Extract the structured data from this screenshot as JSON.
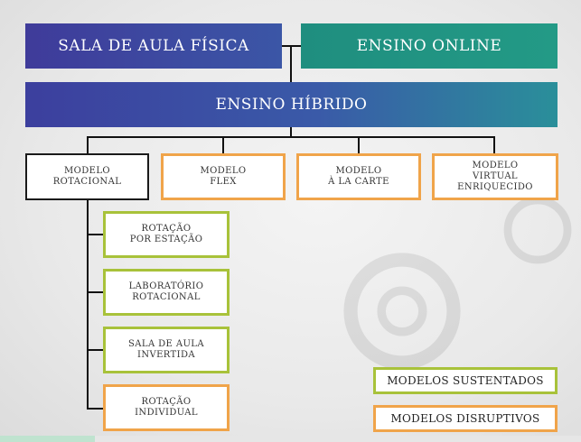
{
  "top": {
    "physical": "SALA DE AULA FÍSICA",
    "online": "ENSINO ONLINE",
    "hybrid": "ENSINO HÍBRIDO"
  },
  "models": [
    {
      "label": "MODELO\nROTACIONAL",
      "style": "black"
    },
    {
      "label": "MODELO\nFLEX",
      "style": "orange"
    },
    {
      "label": "MODELO\nÀ LA CARTE",
      "style": "orange"
    },
    {
      "label": "MODELO\nVIRTUAL ENRIQUECIDO",
      "style": "orange"
    }
  ],
  "rotational_submodels": [
    {
      "label": "ROTAÇÃO\nPOR ESTAÇÃO",
      "style": "green"
    },
    {
      "label": "LABORATÓRIO\nROTACIONAL",
      "style": "green"
    },
    {
      "label": "SALA DE AULA\nINVERTIDA",
      "style": "green"
    },
    {
      "label": "ROTAÇÃO\nINDIVIDUAL",
      "style": "orange"
    }
  ],
  "legend": {
    "sustaining": "MODELOS SUSTENTADOS",
    "disruptive": "MODELOS DISRUPTIVOS"
  },
  "colors": {
    "sustaining": "#a8c23a",
    "disruptive": "#f0a44a",
    "physical": "#3f3b9a",
    "online": "#1f8e7f"
  }
}
